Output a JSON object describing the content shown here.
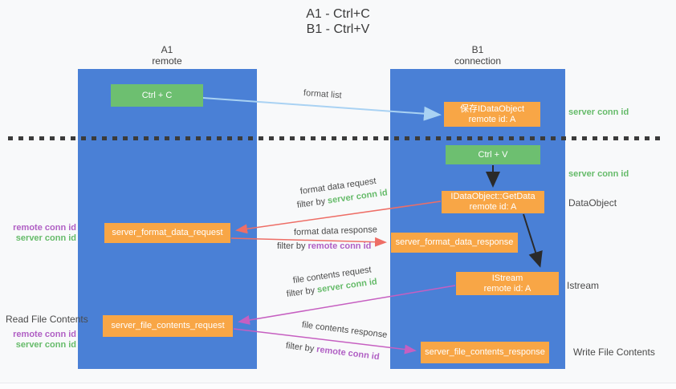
{
  "title": {
    "line1": "A1 - Ctrl+C",
    "line2": "B1 - Ctrl+V"
  },
  "columns": {
    "a1": {
      "name": "A1",
      "subtitle": "remote"
    },
    "b1": {
      "name": "B1",
      "subtitle": "connection"
    }
  },
  "nodes": {
    "ctrl_c": {
      "label": "Ctrl + C"
    },
    "save_idataobject": {
      "line1": "保存IDataObject",
      "line2": "remote id: A"
    },
    "ctrl_v": {
      "label": "Ctrl + V"
    },
    "getdata": {
      "line1": "IDataObject::GetData",
      "line2": "remote id: A"
    },
    "format_request": {
      "label": "server_format_data_request"
    },
    "format_response": {
      "label": "server_format_data_response"
    },
    "istream": {
      "line1": "IStream",
      "line2": "remote id: A"
    },
    "file_request": {
      "label": "server_file_contents_request"
    },
    "file_response": {
      "label": "server_file_contents_response"
    }
  },
  "terms": {
    "filter_by": "filter by ",
    "server_conn_id": "server conn id",
    "remote_conn_id": "remote conn id"
  },
  "edge_labels": {
    "format_list": "format list",
    "format_data_request": "format data request",
    "format_data_response": "format data response",
    "file_contents_request": "file contents request",
    "file_contents_response": "file contents response"
  },
  "side_labels": {
    "dataobject": "DataObject",
    "istream": "Istream",
    "read_file_contents": "Read File Contents",
    "write_file_contents": "Write File Contents"
  },
  "colors": {
    "column_blue": "#4a80d6",
    "node_green": "#6dbf70",
    "node_orange": "#f8a646",
    "arrow_lightblue": "#a9d2f3",
    "arrow_red": "#ee6e66",
    "arrow_magenta": "#c65fc1",
    "arrow_black": "#2a2a2a",
    "term_green": "#66bb6a",
    "term_purple": "#b05fc4"
  }
}
